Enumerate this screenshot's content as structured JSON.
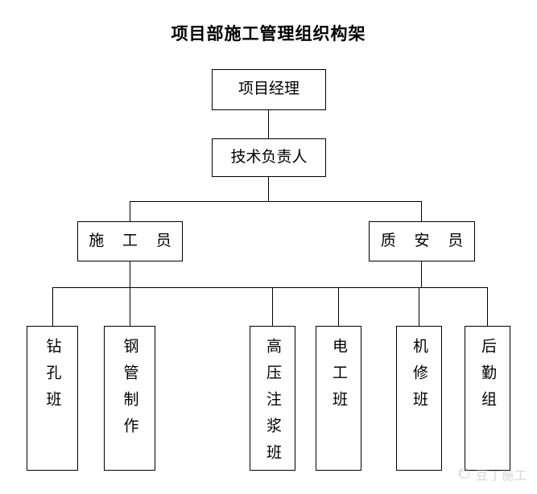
{
  "chart": {
    "title": "项目部施工管理组织构架",
    "type": "org-chart",
    "line_color": "#000000",
    "text_color": "#000000",
    "background": "#ffffff"
  },
  "levels": {
    "level1": [
      {
        "id": "project-manager",
        "label": "项目经理"
      }
    ],
    "level2": [
      {
        "id": "technical-director",
        "label": "技术负责人"
      }
    ],
    "level3": [
      {
        "id": "construction-officer",
        "label": "施 工 员"
      },
      {
        "id": "quality-safety-officer",
        "label": "质 安 员"
      }
    ],
    "level4": [
      {
        "id": "drilling-team",
        "label": "钻孔班"
      },
      {
        "id": "steel-pipe-fabrication",
        "label": "钢管制作"
      },
      {
        "id": "high-pressure-grouting-team",
        "label": "高压注浆班"
      },
      {
        "id": "electrician-team",
        "label": "电工班"
      },
      {
        "id": "machine-repair-team",
        "label": "机修班"
      },
      {
        "id": "logistics-group",
        "label": "后勤组"
      }
    ]
  },
  "watermark": {
    "text": "豆丁施工",
    "icon": "circle-logo-icon",
    "color": "#9a9a9a"
  }
}
